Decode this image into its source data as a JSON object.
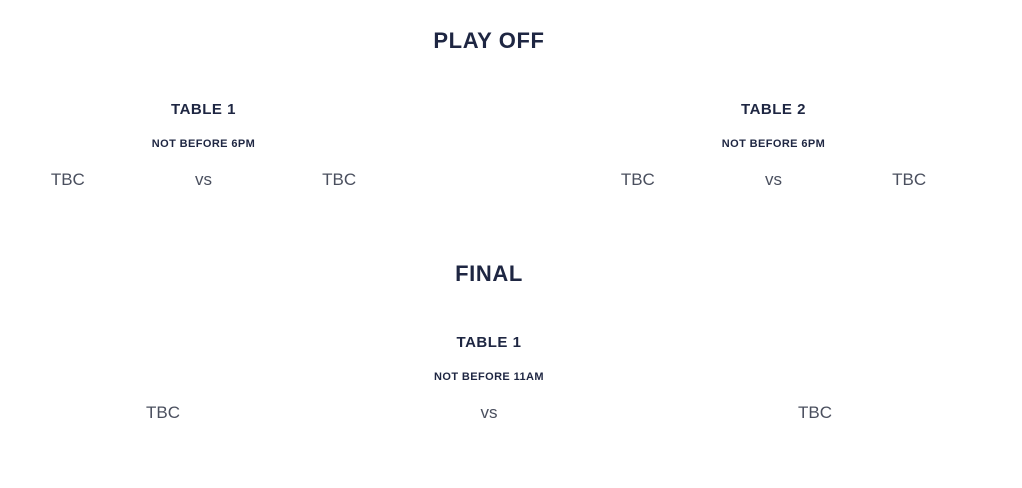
{
  "page": {
    "background_color": "#ffffff",
    "heading_color": "#1e2642",
    "team_text_color": "#4a4f5e"
  },
  "sections": [
    {
      "id": "play-off",
      "heading": "PLAY OFF",
      "matches": [
        {
          "table": "TABLE 1",
          "time_note": "NOT BEFORE 6PM",
          "home": "TBC",
          "vs": "vs",
          "away": "TBC"
        },
        {
          "table": "TABLE 2",
          "time_note": "NOT BEFORE 6PM",
          "home": "TBC",
          "vs": "vs",
          "away": "TBC"
        }
      ]
    },
    {
      "id": "final",
      "heading": "FINAL",
      "matches": [
        {
          "table": "TABLE 1",
          "time_note": "NOT BEFORE 11AM",
          "home": "TBC",
          "vs": "vs",
          "away": "TBC"
        }
      ]
    }
  ]
}
